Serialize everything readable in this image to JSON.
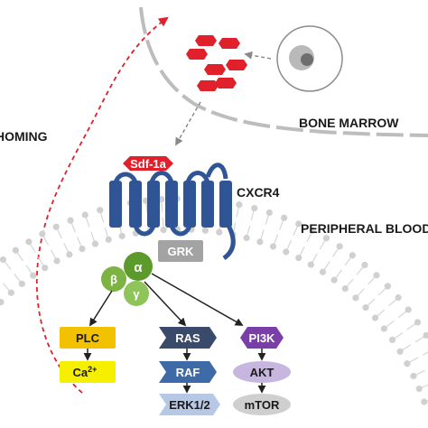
{
  "labels": {
    "homing": "HOMING",
    "bone_marrow": "BONE MARROW",
    "peripheral_blood": "PERIPHERAL BLOOD",
    "ligand": "Sdf-1a",
    "receptor": "CXCR4",
    "kinase": "GRK",
    "g_alpha": "α",
    "g_beta": "β",
    "g_gamma": "γ"
  },
  "pathways": {
    "plc": {
      "top": "PLC",
      "bottom_base": "Ca",
      "bottom_sup": "2+"
    },
    "ras": {
      "top": "RAS",
      "middle": "RAF",
      "bottom": "ERK1/2"
    },
    "pi3k": {
      "top": "PI3K",
      "middle": "AKT",
      "bottom": "mTOR"
    }
  },
  "colors": {
    "receptor_blue": "#2f5597",
    "ligand_red": "#e0202a",
    "membrane_gray": "#cfcfcf",
    "grk_gray": "#a3a3a3",
    "g_protein_green": "#7cb342",
    "plc_yellow": "#f2c200",
    "ca_yellow": "#f6f000",
    "ras_navy": "#3a4a6b",
    "raf_blue": "#3f6aa8",
    "erk_lightblue": "#b7c8e6",
    "pi3k_purple": "#7a3ea8",
    "akt_lilac": "#c7b6e0",
    "mtor_gray": "#cfcfcf",
    "homing_dashed_red": "#e0202a"
  }
}
